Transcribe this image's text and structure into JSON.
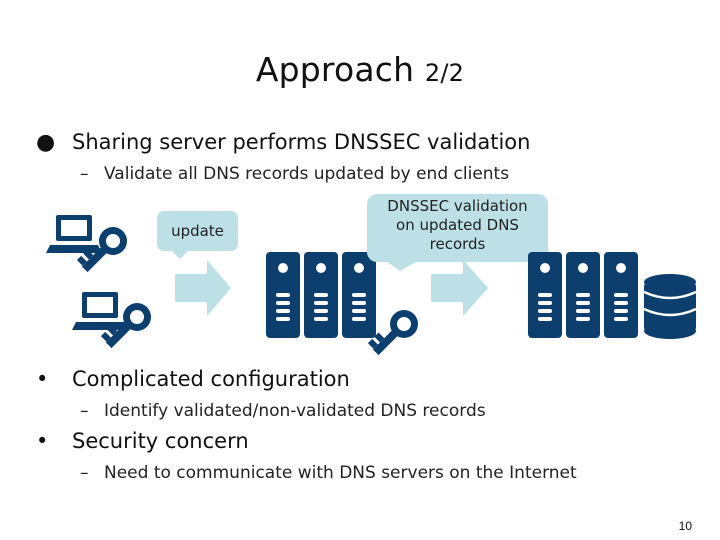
{
  "slide": {
    "title": "Approach",
    "title_suffix": "2/2",
    "page_number": "10"
  },
  "bullets": [
    {
      "marker": "●",
      "text": "Sharing server performs DNSSEC validation",
      "sub": [
        {
          "marker": "–",
          "text": "Validate all DNS records updated by end clients"
        }
      ]
    },
    {
      "marker": "•",
      "text": "Complicated configuration",
      "sub": [
        {
          "marker": "–",
          "text": "Identify validated/non-validated DNS records"
        }
      ]
    },
    {
      "marker": "•",
      "text": "Security concern",
      "sub": [
        {
          "marker": "–",
          "text": "Need to communicate with DNS servers on the Internet"
        }
      ]
    }
  ],
  "diagram": {
    "colors": {
      "icon": "#0d3f6e",
      "callout": "#bde0e6",
      "arrow": "#bde0e6"
    },
    "client_icons": [
      "laptop-icon",
      "key-icon"
    ],
    "callouts": {
      "update": "update",
      "validation_line1": "DNSSEC validation",
      "validation_line2": "on updated DNS",
      "validation_line3": "records"
    },
    "sharing_server": {
      "icon": "server-rack-icon",
      "count": 3
    },
    "dns_server": {
      "icon": "server-rack-icon",
      "count": 3,
      "storage_icon": "database-icon"
    }
  }
}
